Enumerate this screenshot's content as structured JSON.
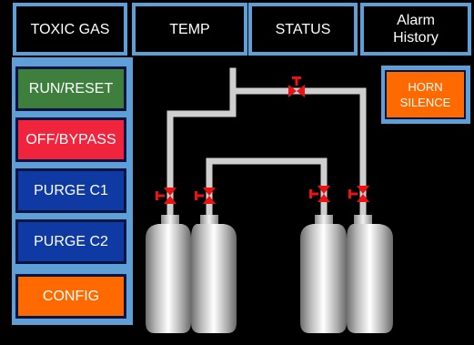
{
  "tabs": {
    "toxic_gas": "TOXIC GAS",
    "temp": "TEMP",
    "status": "STATUS",
    "alarm_history_line1": "Alarm",
    "alarm_history_line2": "History"
  },
  "sidebar": {
    "run_reset": "RUN/RESET",
    "off_bypass": "OFF/BYPASS",
    "purge_c1": "PURGE C1",
    "purge_c2": "PURGE C2",
    "config": "CONFIG"
  },
  "horn_silence": {
    "line1": "HORN",
    "line2": "SILENCE"
  },
  "colors": {
    "frame_blue": "#5f9fd7",
    "run_reset": "#3e7f3d",
    "off_bypass": "#f0243c",
    "purge": "#0f3aa3",
    "config": "#ff6a00",
    "valve": "#ee1111",
    "pipe": "#cfcfcf"
  },
  "schematic": {
    "cylinder_count": 4,
    "valve_count": 5,
    "valve_state": "closed"
  }
}
